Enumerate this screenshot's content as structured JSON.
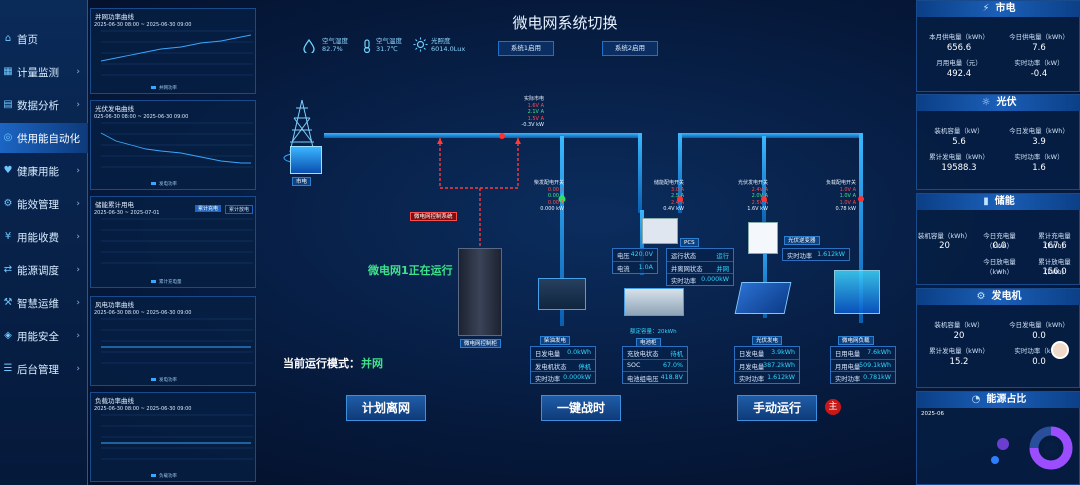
{
  "sidebar": {
    "items": [
      {
        "label": "首页",
        "icon": "home-icon"
      },
      {
        "label": "计量监测",
        "icon": "monitor-icon"
      },
      {
        "label": "数据分析",
        "icon": "analysis-icon"
      },
      {
        "label": "供用能自动化",
        "icon": "automation-icon"
      },
      {
        "label": "健康用能",
        "icon": "health-icon"
      },
      {
        "label": "能效管理",
        "icon": "efficiency-icon"
      },
      {
        "label": "用能收费",
        "icon": "billing-icon"
      },
      {
        "label": "能源调度",
        "icon": "dispatch-icon"
      },
      {
        "label": "智慧运维",
        "icon": "maintenance-icon"
      },
      {
        "label": "用能安全",
        "icon": "shield-icon"
      },
      {
        "label": "后台管理",
        "icon": "admin-icon"
      }
    ]
  },
  "left_panels": [
    {
      "title": "并网功率曲线",
      "date": "2025-06-30 08:00 ~ 2025-06-30 09:00",
      "legend": "并网功率"
    },
    {
      "title": "光伏发电曲线",
      "date": "025-06-30 08:00 ~ 2025-06-30 09:00",
      "legend": "发电功率"
    },
    {
      "title": "储能累计用电",
      "date": "2025-06-30 ~ 2025-07-01",
      "tab1": "累计充电",
      "tab2": "累计放电",
      "legend": "累计充电量"
    },
    {
      "title": "风电功率曲线",
      "date": "2025-06-30 08:00 ~ 2025-06-30 09:00",
      "legend": "发电功率"
    },
    {
      "title": "负载功率曲线",
      "date": "2025-06-30 08:00 ~ 2025-06-30 09:00",
      "legend": "负载功率"
    }
  ],
  "header": {
    "title": "微电网系统切换"
  },
  "env": [
    {
      "icon": "humidity-icon",
      "label": "空气湿度",
      "value": "82.7%"
    },
    {
      "icon": "temperature-icon",
      "label": "空气温度",
      "value": "31.7℃"
    },
    {
      "icon": "sun-icon",
      "label": "光照度",
      "value": "6014.0Lux"
    }
  ],
  "system_buttons": [
    "系统1启用",
    "系统2启用"
  ],
  "status": {
    "running": "微电网1正在运行",
    "mode_label": "当前运行模式：",
    "mode_value": "并网"
  },
  "grid": {
    "label": "市电",
    "meter_title": "实际市电",
    "meter": [
      "1.6V A",
      "2.1V A",
      "1.5V A",
      "-0.3V kW"
    ]
  },
  "control_cabinet_label": "微电网控制柜",
  "control_link": "微电网控制系统",
  "devices": {
    "diesel": {
      "label": "柴油发电",
      "meter_title": "柴发配电开关",
      "meter": [
        "0.00 A",
        "0.00 A",
        "0.00 A",
        "0.000 kW"
      ],
      "rows": [
        {
          "k": "日发电量",
          "v": "0.0kWh"
        },
        {
          "k": "发电机状态",
          "v": "停机"
        },
        {
          "k": "实时功率",
          "v": "0.000kW"
        }
      ]
    },
    "storage": {
      "label": "电池柜",
      "meter_title": "储能配电开关",
      "meter": [
        "3.0 A",
        "2.5 A",
        "2.4 A",
        "0.4V kW"
      ],
      "extra": "额定容量：20kWh",
      "pcs_label": "PCS",
      "pcs_left": [
        {
          "k": "电压",
          "v": "420.0V"
        },
        {
          "k": "电流",
          "v": "1.0A"
        }
      ],
      "pcs_right": [
        {
          "k": "运行状态",
          "v": "运行"
        },
        {
          "k": "并离网状态",
          "v": "并网"
        },
        {
          "k": "实时功率",
          "v": "0.000kW"
        }
      ],
      "rows": [
        {
          "k": "充放电状态",
          "v": "待机"
        },
        {
          "k": "SOC",
          "v": "67.0%"
        },
        {
          "k": "电池组电压",
          "v": "418.8V"
        }
      ]
    },
    "pv": {
      "label": "光伏发电",
      "meter_title": "光伏发电开关",
      "meter": [
        "2.4V A",
        "2.0V A",
        "2.5V A",
        "1.6V kW"
      ],
      "inverter_label": "光伏逆变器",
      "inverter_power": {
        "k": "实时功率",
        "v": "1.612kW"
      },
      "rows": [
        {
          "k": "日发电量",
          "v": "3.9kWh"
        },
        {
          "k": "月发电量",
          "v": "387.2kWh"
        },
        {
          "k": "实时功率",
          "v": "1.612kW"
        }
      ]
    },
    "load": {
      "label": "微电网负载",
      "meter_title": "负载配电开关",
      "meter": [
        "1.0V A",
        "1.0V A",
        "1.0V A",
        "0.78 kW"
      ],
      "rows": [
        {
          "k": "日用电量",
          "v": "7.6kWh"
        },
        {
          "k": "月用电量",
          "v": "509.1kWh"
        },
        {
          "k": "实时功率",
          "v": "0.781kW"
        }
      ]
    }
  },
  "bottom_buttons": [
    "计划离网",
    "一键战时",
    "手动运行"
  ],
  "manual_badge": "主",
  "right": {
    "grid": {
      "title": "市电",
      "labels": [
        "本月供电量（kWh）",
        "今日供电量（kWh）",
        "月用电量（元）",
        "实时功率（kW）"
      ],
      "values": [
        "656.6",
        "7.6",
        "492.4",
        "-0.4"
      ]
    },
    "pv": {
      "title": "光伏",
      "labels": [
        "装机容量（kW）",
        "今日发电量（kWh）",
        "累计发电量（kWh）",
        "实时功率（kW）"
      ],
      "values": [
        "5.6",
        "3.9",
        "19588.3",
        "1.6"
      ]
    },
    "storage": {
      "title": "储能",
      "labels": [
        "装机容量（kWh）",
        "今日充电量（kWh）",
        "累计充电量（kWh）",
        "今日放电量（kWh）",
        "累计放电量（kWh）"
      ],
      "values": [
        "20",
        "0.0",
        "167.6",
        "-",
        "156.0"
      ]
    },
    "generator": {
      "title": "发电机",
      "labels": [
        "装机容量（kW）",
        "今日发电量（kWh）",
        "累计发电量（kWh）",
        "实时功率（kW）"
      ],
      "values": [
        "20",
        "0.0",
        "15.2",
        "0.0"
      ]
    },
    "ratio": {
      "title": "能源占比",
      "date": "2025-06"
    }
  },
  "colors": {
    "accent": "#1e70c8",
    "live": "#33d6ff",
    "alarm": "#ff4c4c",
    "ok": "#3ee28a"
  }
}
